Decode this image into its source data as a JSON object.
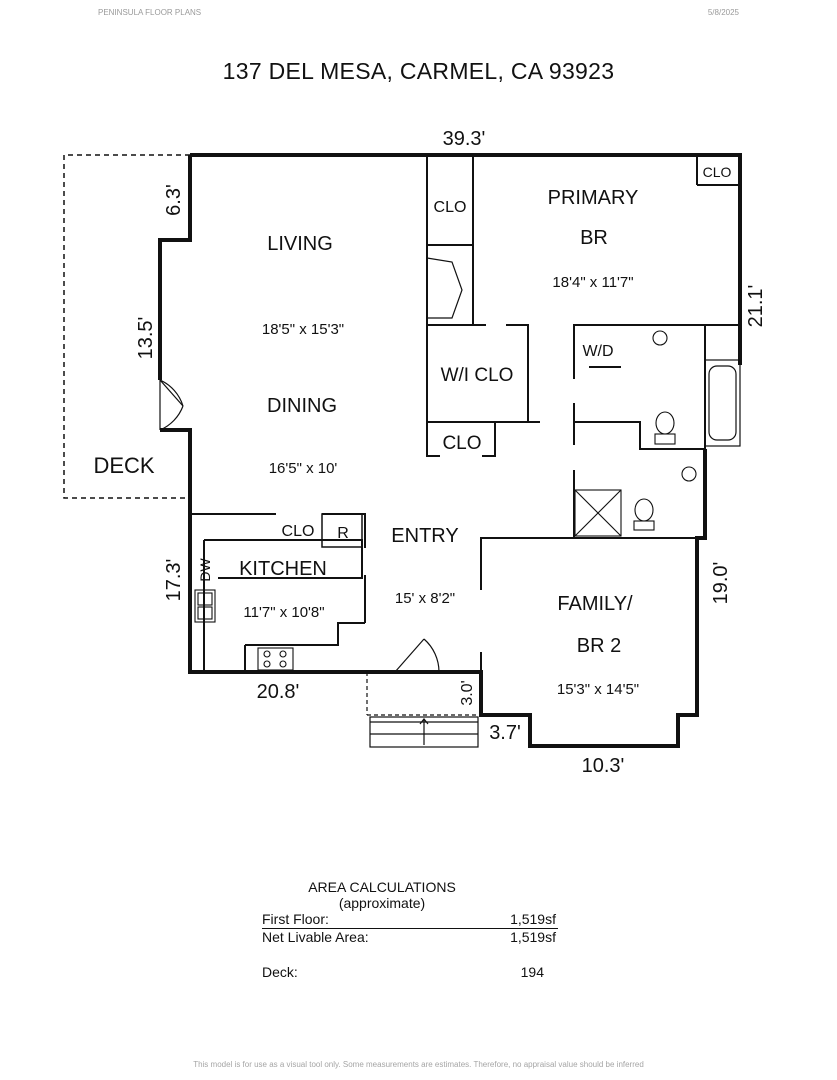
{
  "header": {
    "company": "PENINSULA FLOOR PLANS",
    "date": "5/8/2025"
  },
  "title": "137 DEL MESA, CARMEL, CA 93923",
  "dimensions": {
    "top": "39.3'",
    "deck_upper": "6.3'",
    "deck_side": "13.5'",
    "right_upper": "21.1'",
    "left_lower": "17.3'",
    "bottom_left": "20.8'",
    "step_height": "3.0'",
    "step_width": "3.7'",
    "right_lower": "19.0'",
    "bottom_right": "10.3'"
  },
  "rooms": {
    "living": {
      "name": "LIVING",
      "size": "18'5\" x 15'3\""
    },
    "dining": {
      "name": "DINING",
      "size": "16'5\" x 10'"
    },
    "deck": {
      "name": "DECK"
    },
    "primary": {
      "name_line1": "PRIMARY",
      "name_line2": "BR",
      "size": "18'4\" x 11'7\""
    },
    "kitchen": {
      "name": "KITCHEN",
      "size": "11'7\" x 10'8\""
    },
    "entry": {
      "name": "ENTRY",
      "size": "15' x 8'2\""
    },
    "family": {
      "name_line1": "FAMILY/",
      "name_line2": "BR 2",
      "size": "15'3\" x 14'5\""
    }
  },
  "labels": {
    "clo_top": "CLO",
    "clo_corner": "CLO",
    "wi_clo": "W/I CLO",
    "clo_hall": "CLO",
    "wd": "W/D",
    "clo_kitchen": "CLO",
    "refrigerator": "R",
    "dishwasher": "DW"
  },
  "area_calculations": {
    "heading": "AREA CALCULATIONS",
    "subheading": "(approximate)",
    "rows": [
      {
        "label": "First Floor:",
        "value": "1,519sf"
      },
      {
        "label": "Net Livable Area:",
        "value": "1,519sf"
      },
      {
        "label": "Deck:",
        "value": "194"
      }
    ]
  },
  "footer": "This model is for use as a visual tool only. Some measurements are estimates. Therefore, no appraisal value should be inferred"
}
